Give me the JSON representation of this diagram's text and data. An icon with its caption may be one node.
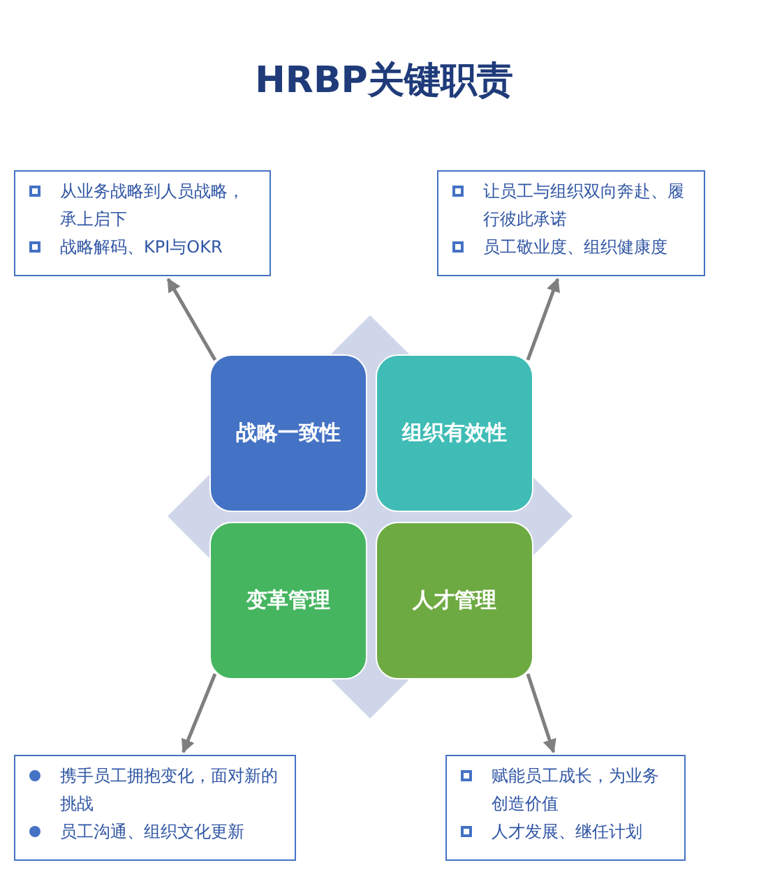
{
  "diagram": {
    "title": "HRBP关键职责",
    "nodes": [
      {
        "text": [
          "战略一致性"
        ]
      },
      {
        "text": [
          "组织有效性"
        ]
      },
      {
        "text": [
          "变革管理"
        ]
      },
      {
        "text": [
          "人才管理"
        ]
      },
      {
        "text": [
          "从业务战略到人员战略，承上启下",
          "战略解码、KPI与OKR"
        ]
      },
      {
        "text": [
          "让员工与组织双向奔赴、履行彼此承诺",
          "员工敬业度、组织健康度"
        ]
      },
      {
        "text": [
          "携手员工拥抱变化，面对新的挑战",
          "员工沟通、组织文化更新"
        ]
      },
      {
        "text": [
          "赋能员工成长，为业务创造价值",
          "人才发展、继任计划"
        ]
      }
    ],
    "edges": [
      {
        "from": 0,
        "to": 4,
        "arrow": "to"
      },
      {
        "from": 1,
        "to": 5,
        "arrow": "to"
      },
      {
        "from": 2,
        "to": 6,
        "arrow": "to"
      },
      {
        "from": 3,
        "to": 7,
        "arrow": "to"
      }
    ]
  }
}
